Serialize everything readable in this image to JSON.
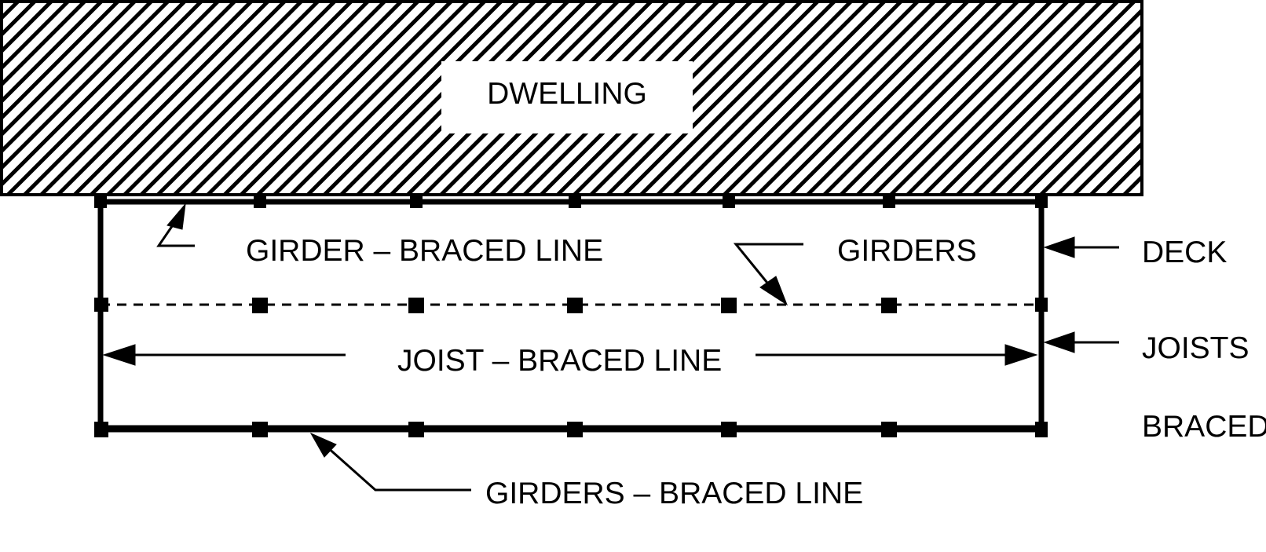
{
  "dwelling": {
    "label": "DWELLING"
  },
  "labels": {
    "girder_braced_line": "GIRDER – BRACED LINE",
    "girders": "GIRDERS",
    "deck": "DECK",
    "joist_braced_line": "JOIST – BRACED LINE",
    "joists": "JOISTS",
    "braced": "BRACED",
    "girders_braced_line": "GIRDERS – BRACED LINE"
  },
  "colors": {
    "ink": "#000000",
    "background": "#ffffff"
  }
}
